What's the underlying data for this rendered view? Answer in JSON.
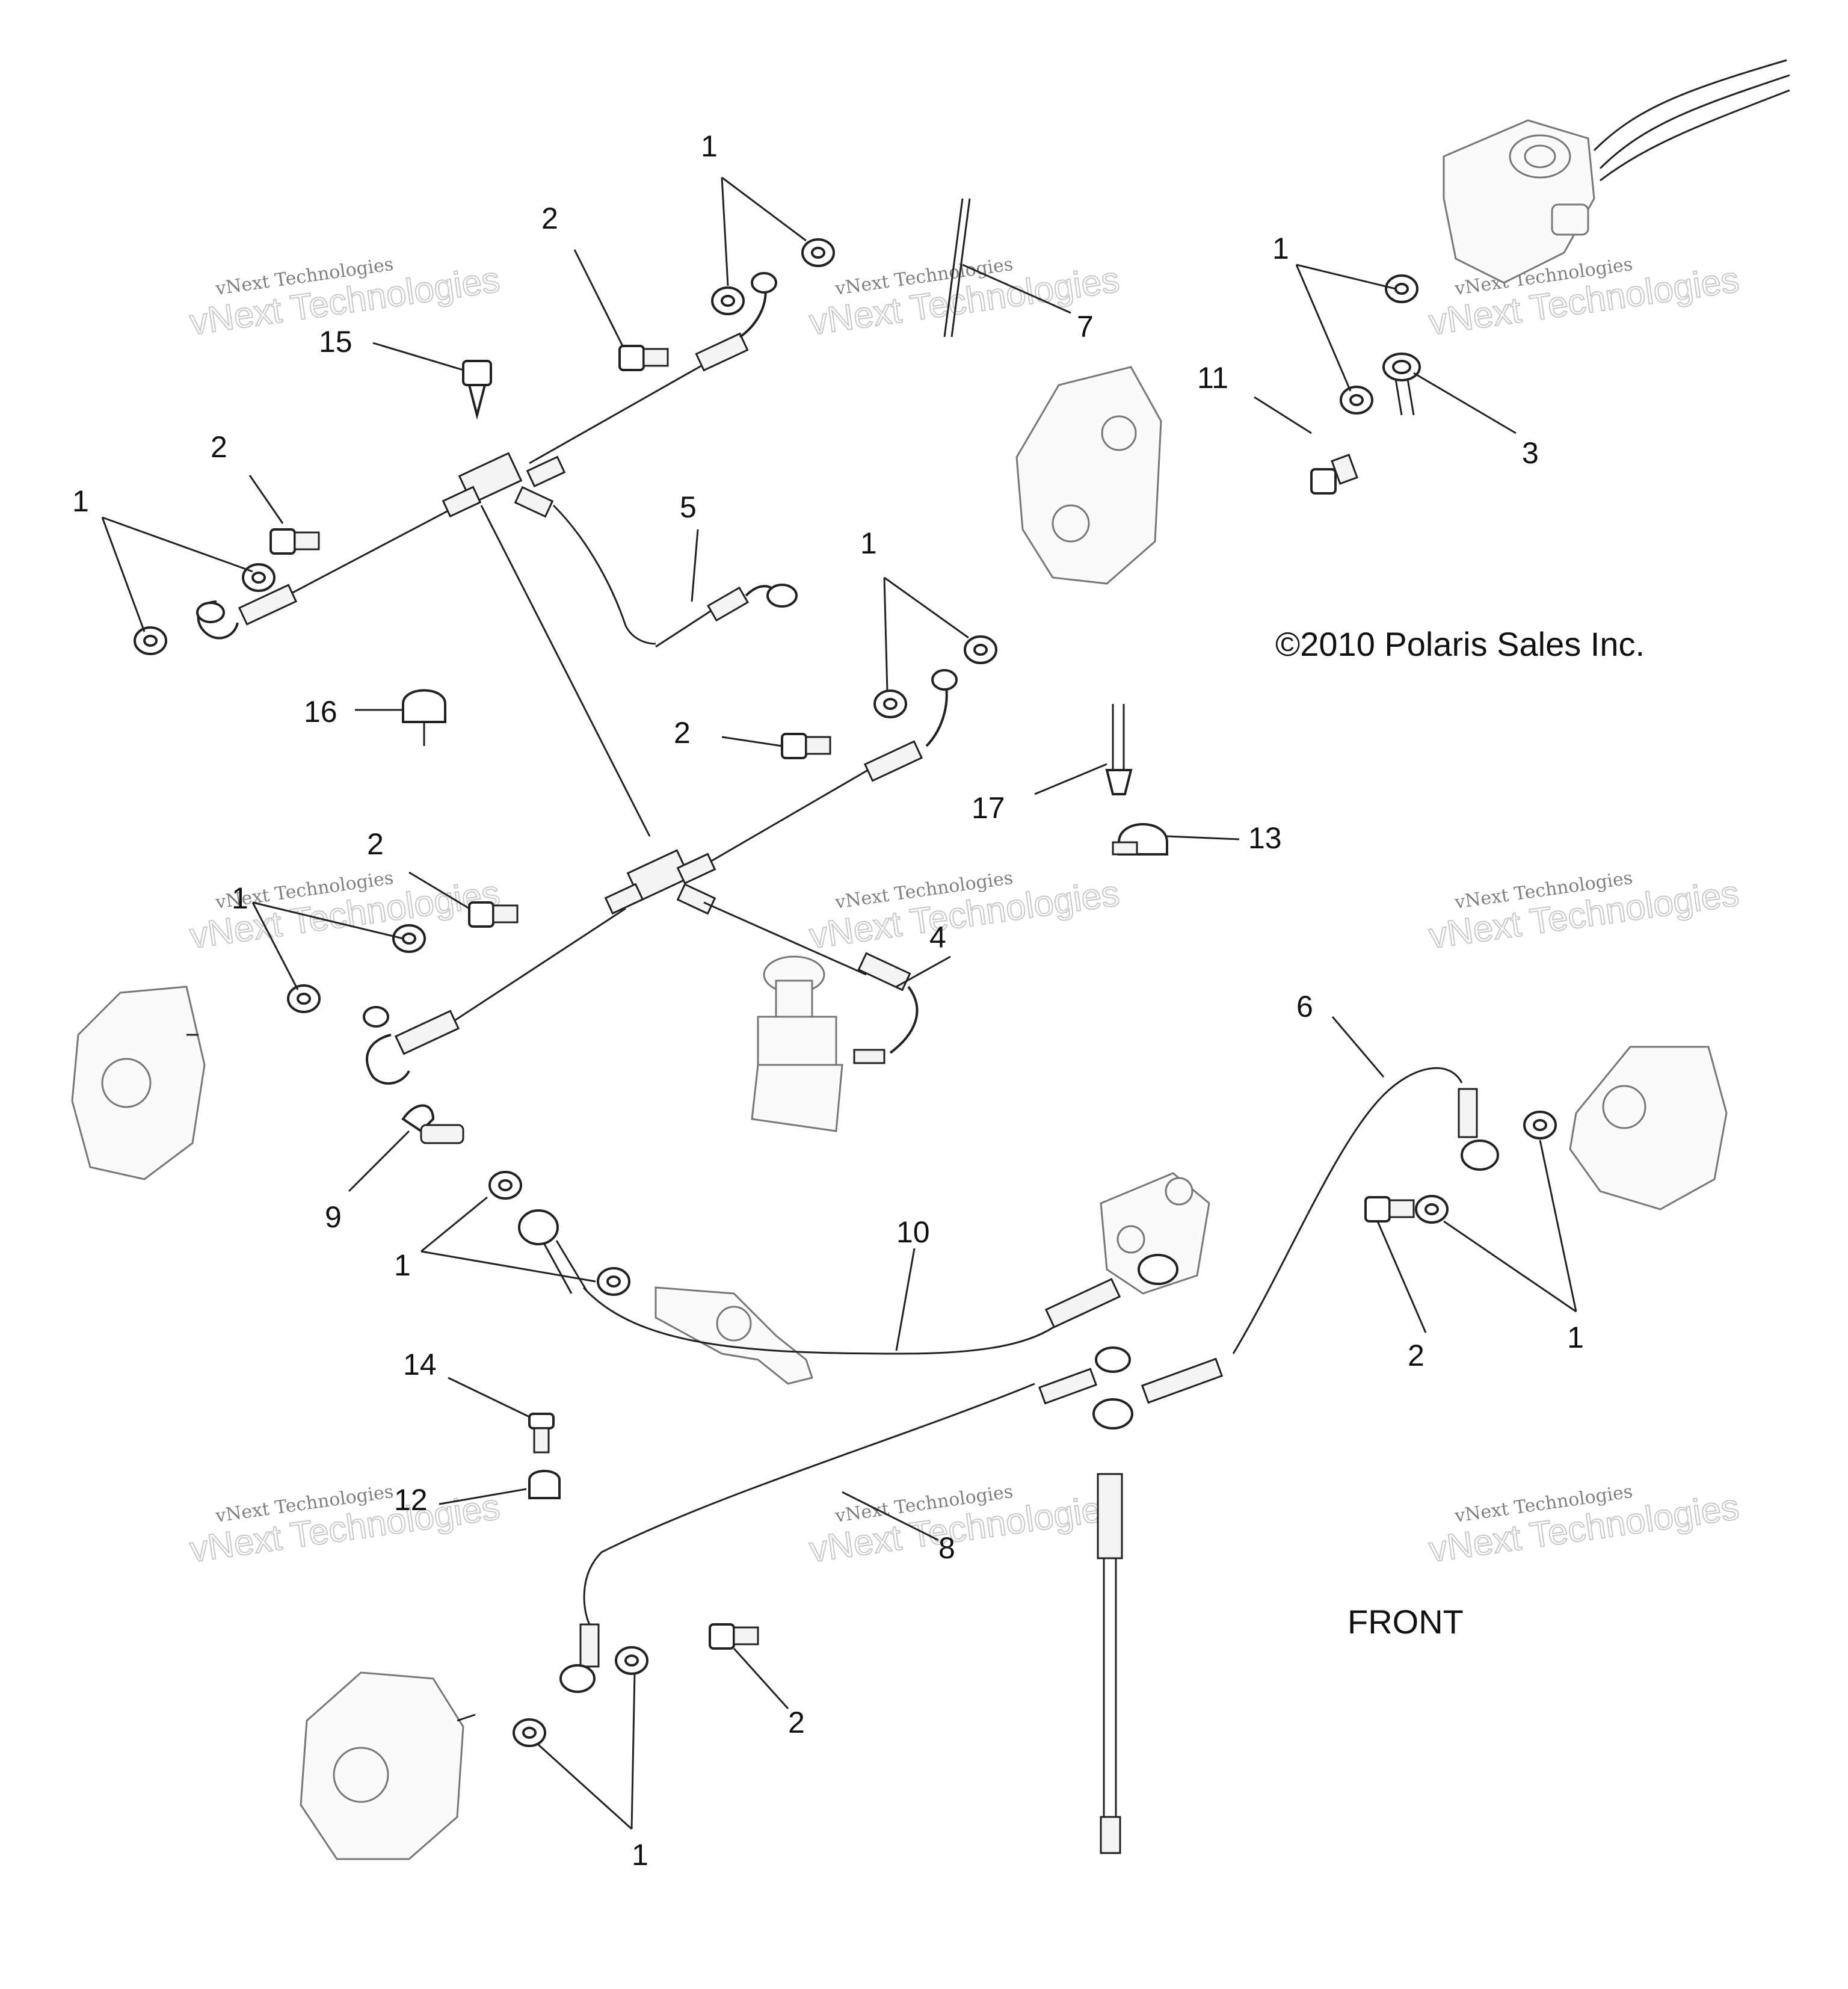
{
  "diagram": {
    "copyright": "©2010 Polaris Sales Inc.",
    "front_label": "FRONT",
    "watermark_line1": "vNext Technologies",
    "watermark_line2": "vNext Technologies",
    "callouts": {
      "c1a": "1",
      "c1b": "1",
      "c1c": "1",
      "c1d": "1",
      "c1e": "1",
      "c1f": "1",
      "c1g": "1",
      "c1h": "1",
      "c2a": "2",
      "c2b": "2",
      "c2c": "2",
      "c2d": "2",
      "c2e": "2",
      "c2f": "2",
      "c3": "3",
      "c4": "4",
      "c5": "5",
      "c6": "6",
      "c7": "7",
      "c8": "8",
      "c9": "9",
      "c10": "10",
      "c11": "11",
      "c12": "12",
      "c13": "13",
      "c14": "14",
      "c15": "15",
      "c16": "16",
      "c17": "17"
    }
  }
}
